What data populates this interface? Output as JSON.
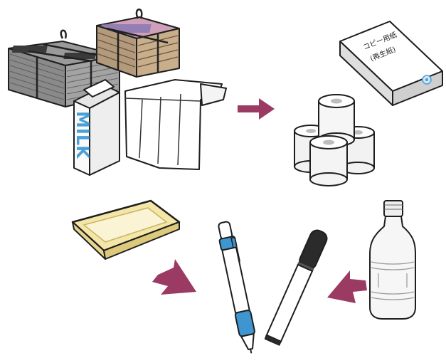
{
  "milk_carton": {
    "label": "MILK"
  },
  "copy_paper": {
    "line1": "コピー用紙",
    "line2": "(再生紙)"
  },
  "colors": {
    "arrow": "#9b3a62",
    "milk_blue": "#4a9fd8",
    "pen_blue": "#3f95d0",
    "marker_black": "#2b2b2b",
    "tray_yellow": "#f3e6a6",
    "news_gray": "#8f8f8f",
    "mag_pink": "#d48aa6",
    "paper_box": "#f2f2f2"
  }
}
